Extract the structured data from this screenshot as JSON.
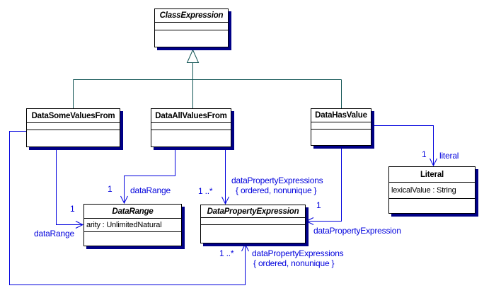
{
  "diagram": {
    "type": "uml-class-diagram",
    "colors": {
      "background": "#ffffff",
      "class_border": "#000000",
      "class_shadow": "#000087",
      "association": "#0000dd",
      "generalization": "#115454",
      "text": "#000000"
    },
    "classes": [
      {
        "name": "ClassExpression",
        "abstract": true,
        "attributes": []
      },
      {
        "name": "DataSomeValuesFrom",
        "abstract": false,
        "attributes": []
      },
      {
        "name": "DataAllValuesFrom",
        "abstract": false,
        "attributes": []
      },
      {
        "name": "DataHasValue",
        "abstract": false,
        "attributes": []
      },
      {
        "name": "DataRange",
        "abstract": true,
        "attributes": [
          "arity : UnlimitedNatural"
        ]
      },
      {
        "name": "DataPropertyExpression",
        "abstract": true,
        "attributes": []
      },
      {
        "name": "Literal",
        "abstract": false,
        "attributes": [
          "lexicalValue : String"
        ]
      }
    ],
    "generalization": {
      "parent": "ClassExpression",
      "children": [
        "DataSomeValuesFrom",
        "DataAllValuesFrom",
        "DataHasValue"
      ]
    },
    "associations": {
      "some_dpe": {
        "from": "DataSomeValuesFrom",
        "to": "DataPropertyExpression",
        "multiplicity": "1 ..*",
        "role": "dataPropertyExpressions",
        "constraint": "{ ordered, nonunique }"
      },
      "some_range": {
        "from": "DataSomeValuesFrom",
        "to": "DataRange",
        "multiplicity": "1",
        "role": "dataRange"
      },
      "all_range": {
        "from": "DataAllValuesFrom",
        "to": "DataRange",
        "multiplicity": "1",
        "role": "dataRange"
      },
      "all_dpe": {
        "from": "DataAllValuesFrom",
        "to": "DataPropertyExpression",
        "multiplicity": "1 ..*",
        "role": "dataPropertyExpressions",
        "constraint": "{ ordered, nonunique }"
      },
      "has_dpe": {
        "from": "DataHasValue",
        "to": "DataPropertyExpression",
        "multiplicity": "1",
        "role": "dataPropertyExpression"
      },
      "has_literal": {
        "from": "DataHasValue",
        "to": "Literal",
        "multiplicity": "1",
        "role": "literal"
      }
    }
  }
}
